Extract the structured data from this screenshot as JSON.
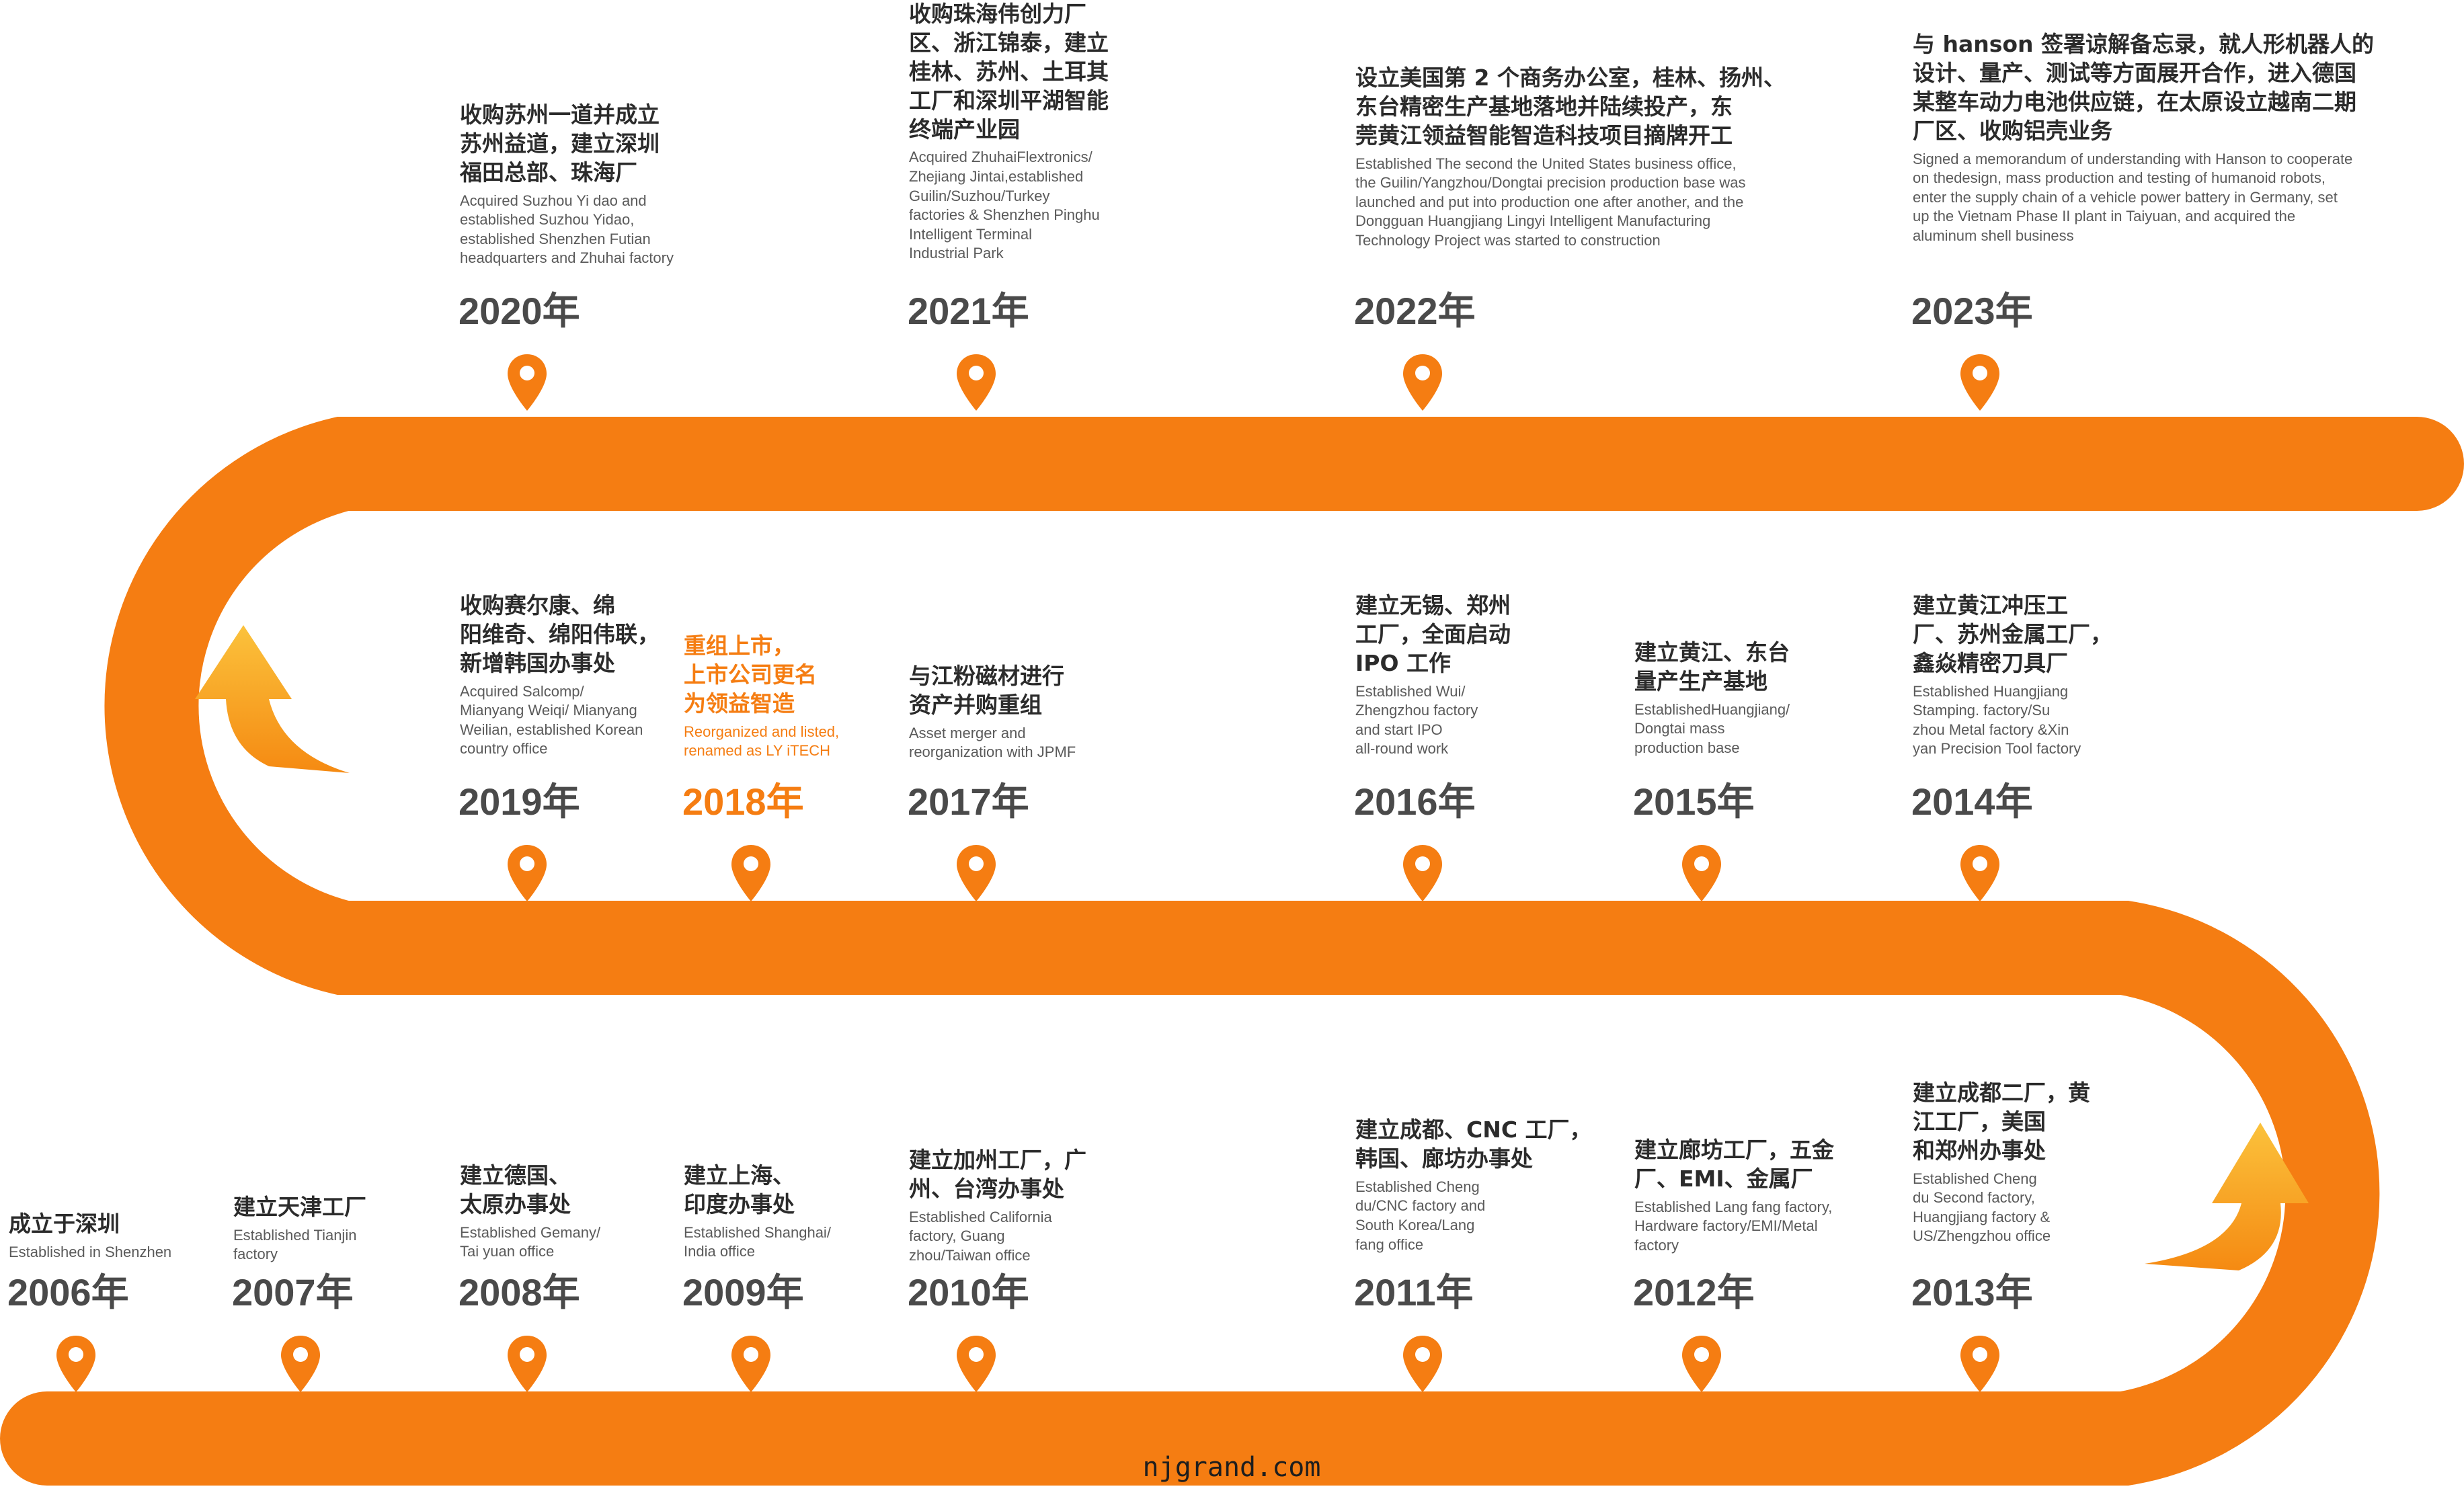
{
  "colors": {
    "accent": "#f57d12",
    "arrow_light": "#fbbf3a",
    "arrow_dark": "#f58a12",
    "text": "#2b2b2b"
  },
  "icons": {
    "pin": "location-pin-icon",
    "arrow": "curved-up-arrow-icon"
  },
  "footer": "njgrand.com",
  "milestones": [
    {
      "year": "2006年",
      "cn": "成立于深圳",
      "en": "Established in Shenzhen"
    },
    {
      "year": "2007年",
      "cn": "建立天津工厂",
      "en": "Established Tianjin\nfactory"
    },
    {
      "year": "2008年",
      "cn": "建立德国、\n太原办事处",
      "en": "Established Gemany/\nTai yuan office"
    },
    {
      "year": "2009年",
      "cn": "建立上海、\n印度办事处",
      "en": "Established Shanghai/\nIndia office"
    },
    {
      "year": "2010年",
      "cn": "建立加州工厂，广\n州、台湾办事处",
      "en": "Established California\nfactory, Guang\nzhou/Taiwan office"
    },
    {
      "year": "2011年",
      "cn": "建立成都、CNC 工厂，\n韩国、廊坊办事处",
      "en": "Established Cheng\ndu/CNC factory and\nSouth Korea/Lang\nfang office"
    },
    {
      "year": "2012年",
      "cn": "建立廊坊工厂，五金\n厂、EMI、金属厂",
      "en": "Established Lang fang factory,\nHardware factory/EMI/Metal\nfactory"
    },
    {
      "year": "2013年",
      "cn": "建立成都二厂，黄\n江工厂，美国\n和郑州办事处",
      "en": "Established Cheng\ndu Second factory,\nHuangjiang factory &\nUS/Zhengzhou office"
    },
    {
      "year": "2014年",
      "cn": "建立黄江冲压工\n厂、苏州金属工厂，\n鑫焱精密刀具厂",
      "en": "Established Huangjiang\nStamping. factory/Su\nzhou Metal factory &Xin\nyan Precision Tool factory"
    },
    {
      "year": "2015年",
      "cn": "建立黄江、东台\n量产生产基地",
      "en": "EstablishedHuangjiang/\nDongtai mass\nproduction base"
    },
    {
      "year": "2016年",
      "cn": "建立无锡、郑州\n工厂，全面启动\nIPO 工作",
      "en": "Established Wui/\nZhengzhou factory\nand start IPO\nall-round work"
    },
    {
      "year": "2017年",
      "cn": "与江粉磁材进行\n资产并购重组",
      "en": "Asset merger and\nreorganization with JPMF"
    },
    {
      "year": "2018年",
      "cn": "重组上市，\n上市公司更名\n为领益智造",
      "en": "Reorganized and listed,\nrenamed as LY iTECH"
    },
    {
      "year": "2019年",
      "cn": "收购赛尔康、绵\n阳维奇、绵阳伟联，\n新增韩国办事处",
      "en": "Acquired Salcomp/\nMianyang Weiqi/ Mianyang\nWeilian, established Korean\ncountry office"
    },
    {
      "year": "2020年",
      "cn": "收购苏州一道并成立\n苏州益道，建立深圳\n福田总部、珠海厂",
      "en": "Acquired Suzhou Yi dao and\nestablished Suzhou Yidao,\nestablished Shenzhen Futian\nheadquarters and Zhuhai factory"
    },
    {
      "year": "2021年",
      "cn": "收购珠海伟创力厂\n区、浙江锦泰，建立\n桂林、苏州、土耳其\n工厂和深圳平湖智能\n终端产业园",
      "en": "Acquired ZhuhaiFlextronics/\nZhejiang Jintai,established\nGuilin/Suzhou/Turkey\nfactories & Shenzhen Pinghu\nIntelligent Terminal\nIndustrial Park"
    },
    {
      "year": "2022年",
      "cn": "设立美国第 2 个商务办公室，桂林、扬州、\n东台精密生产基地落地并陆续投产，东\n莞黄江领益智能智造科技项目摘牌开工",
      "en": "Established The second the United States business office,\nthe Guilin/Yangzhou/Dongtai precision production base was\nlaunched and put into production one after another, and the\nDongguan Huangjiang Lingyi Intelligent Manufacturing\nTechnology Project was started to construction"
    },
    {
      "year": "2023年",
      "cn": "与 hanson 签署谅解备忘录，就人形机器人的\n设计、量产、测试等方面展开合作，进入德国\n某整车动力电池供应链，在太原设立越南二期\n厂区、收购铝壳业务",
      "en": "Signed a memorandum of understanding with Hanson to cooperate\non thedesign, mass production and testing of humanoid robots,\nenter the supply chain of a vehicle power battery in Germany, set\nup the Vietnam Phase II plant in Taiyuan, and acquired the\naluminum shell business"
    }
  ]
}
